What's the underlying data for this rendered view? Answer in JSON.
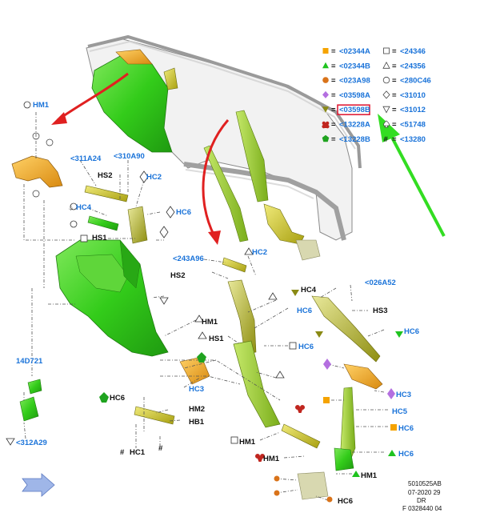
{
  "legend": [
    {
      "shape": "square",
      "color": "#f5a300",
      "code": "<02344A"
    },
    {
      "shape": "square-open",
      "color": "#ffffff",
      "code": "<24346"
    },
    {
      "shape": "triangle",
      "color": "#1fc31f",
      "code": "<02344B"
    },
    {
      "shape": "triangle-open",
      "color": "#ffffff",
      "code": "<24356"
    },
    {
      "shape": "circle",
      "color": "#d9731a",
      "code": "<023A98"
    },
    {
      "shape": "circle-open",
      "color": "#ffffff",
      "code": "<280C46"
    },
    {
      "shape": "diamond",
      "color": "#b46fe0",
      "code": "<03598A"
    },
    {
      "shape": "diamond-open",
      "color": "#ffffff",
      "code": "<31010"
    },
    {
      "shape": "triangle-down",
      "color": "#8a8a14",
      "code": "<03598B"
    },
    {
      "shape": "triangle-down-open",
      "color": "#ffffff",
      "code": "<31012"
    },
    {
      "shape": "club",
      "color": "#c0261f",
      "code": "<13228A"
    },
    {
      "shape": "spade-open",
      "color": "#ffffff",
      "code": "<51748"
    },
    {
      "shape": "pentagon",
      "color": "#1fa31f",
      "code": "<13228B"
    },
    {
      "shape": "hash",
      "color": "#111111",
      "code": "<13280"
    }
  ],
  "callouts": {
    "hm1_top": "HM1",
    "p311a24": "<311A24",
    "p310a90": "<310A90",
    "hs2_a": "HS2",
    "hc2_a": "HC2",
    "hc4_a": "HC4",
    "hc6_a": "HC6",
    "hs1_a": "HS1",
    "p243a96": "<243A96",
    "hc2_b": "HC2",
    "hs2_b": "HS2",
    "hc4_b": "HC4",
    "p026a52": "<026A52",
    "hc6_b": "HC6",
    "hs3": "HS3",
    "hm1_mid": "HM1",
    "hs1_b": "HS1",
    "hc6_c": "HC6",
    "hc6_d": "HC6",
    "p14d721": "14D721",
    "hc3_a": "HC3",
    "hc6_e": "HC6",
    "hm2": "HM2",
    "hb1": "HB1",
    "hc3_b": "HC3",
    "hc5": "HC5",
    "hc6_f": "HC6",
    "p312a29": "<312A29",
    "hm1_low": "HM1",
    "hm1_low2": "HM1",
    "hc1": "HC1",
    "hc6_g": "HC6",
    "hm1_bot": "HM1",
    "hc6_h": "HC6"
  },
  "footer": {
    "line1": "5010525AB",
    "line2": "07-2020 29",
    "line3": "DR",
    "line4": "F 0328440 04"
  },
  "colors": {
    "trim_green": "#33cc1a",
    "trim_yellow": "#c9c21a",
    "trim_orange": "#e6a01a",
    "arrow_red": "#e02020",
    "arrow_green": "#33dd22",
    "label_blue": "#1a73d9",
    "highlight_box": "#e0203a"
  },
  "highlighted_code": "<03598B"
}
